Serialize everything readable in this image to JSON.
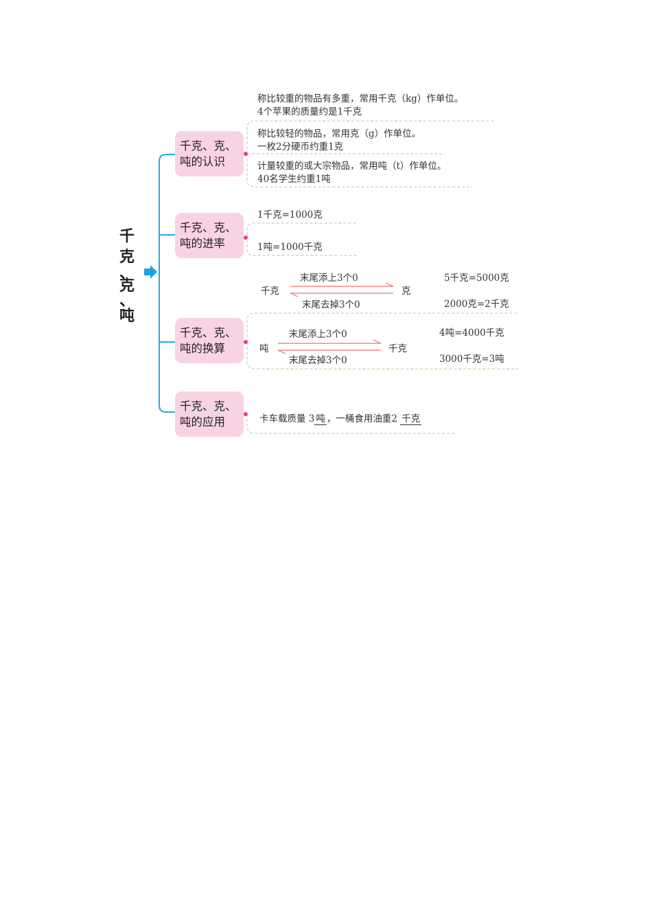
{
  "title_chars": [
    "千",
    "克",
    "、",
    "克",
    "、",
    "吨"
  ],
  "nodes": [
    {
      "line1": "千克、克、",
      "line2": "吨的认识"
    },
    {
      "line1": "千克、克、",
      "line2": "吨的进率"
    },
    {
      "line1": "千克、克、",
      "line2": "吨的换算"
    },
    {
      "line1": "千克、克、",
      "line2": "吨的应用"
    }
  ],
  "recognition": [
    {
      "a": "称比较重的物品有多重，常用千克（kg）作单位。",
      "b": "4个苹果的质量约是1千克"
    },
    {
      "a": "称比较轻的物品，常用克（g）作单位。",
      "b": "一枚2分硬币约重1克"
    },
    {
      "a": "计量较重的或大宗物品，常用吨（t）作单位。",
      "b": "40名学生约重1吨"
    }
  ],
  "rates": [
    "1千克=1000克",
    "1吨=1000千克"
  ],
  "conversion": [
    {
      "left": "千克",
      "right": "克",
      "top": "末尾添上3个0",
      "bottom": "末尾去掉3个0",
      "ex1": "5千克=5000克",
      "ex2": "2000克=2千克"
    },
    {
      "left": "吨",
      "right": "千克",
      "top": "末尾添上3个0",
      "bottom": "末尾去掉3个0",
      "ex1": "4吨=4000千克",
      "ex2": "3000千克=3吨"
    }
  ],
  "application": {
    "p1": "卡车载质量 3",
    "a1": "吨",
    "p2": "，一桶食用油重2 ",
    "a2": "千克"
  },
  "colors": {
    "branch": "#2aa6de",
    "node": "#f8d3e3",
    "dot": "#e0427e",
    "dash": "#a8d08d",
    "arrow": "#e57373"
  }
}
